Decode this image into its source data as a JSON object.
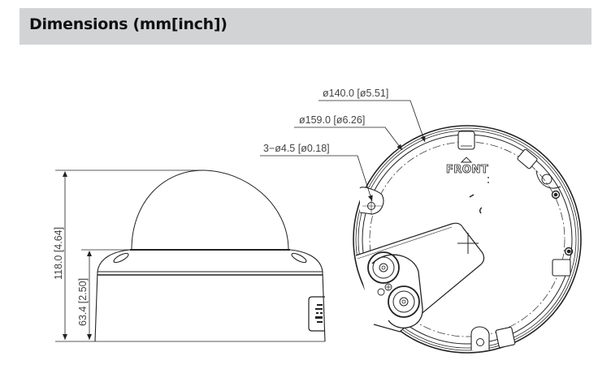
{
  "header": {
    "title": "Dimensions (mm[inch])",
    "background_color": "#d2d3d5"
  },
  "side_view": {
    "total_height_label": "118.0 [4.64]",
    "base_height_label": "63.4 [2.50]"
  },
  "bottom_view": {
    "callouts": [
      {
        "label": "ø140.0 [ø5.51]"
      },
      {
        "label": "ø159.0 [ø6.26]"
      },
      {
        "label": "3−ø4.5 [ø0.18]"
      }
    ],
    "front_marker": "FRONT"
  }
}
